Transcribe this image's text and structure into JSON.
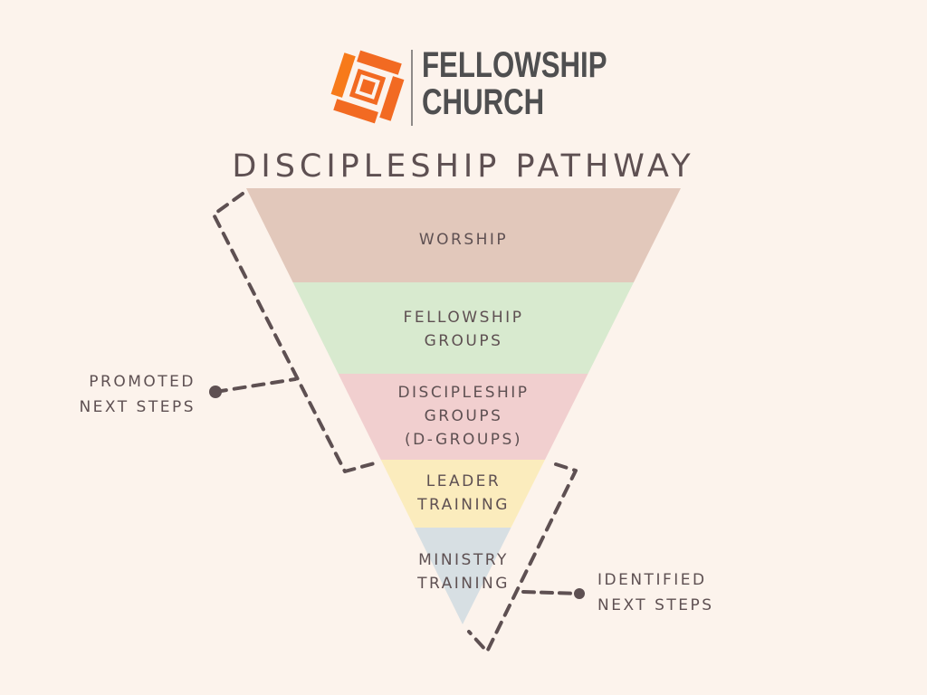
{
  "logo": {
    "icon": "fellowship-church-logo-icon",
    "line1": "FELLOWSHIP",
    "line2": "CHURCH",
    "brand_color": "#f26a22",
    "text_color": "#4f4f50"
  },
  "title": "DISCIPLESHIP PATHWAY",
  "funnel": {
    "tiers": [
      {
        "label_lines": [
          "WORSHIP"
        ],
        "color": "#e2c8bb"
      },
      {
        "label_lines": [
          "FELLOWSHIP",
          "GROUPS"
        ],
        "color": "#d8eacf"
      },
      {
        "label_lines": [
          "DISCIPLESHIP",
          "GROUPS",
          "(D-GROUPS)"
        ],
        "color": "#f1cfcf"
      },
      {
        "label_lines": [
          "LEADER",
          "TRAINING"
        ],
        "color": "#fbecbd"
      },
      {
        "label_lines": [
          "MINISTRY",
          "TRAINING"
        ],
        "color": "#d7dfe3"
      }
    ]
  },
  "callouts": {
    "promoted": {
      "line1": "PROMOTED",
      "line2": "NEXT STEPS",
      "spans_tiers": [
        "WORSHIP",
        "FELLOWSHIP GROUPS",
        "DISCIPLESHIP GROUPS (D-GROUPS)"
      ]
    },
    "identified": {
      "line1": "IDENTIFIED",
      "line2": "NEXT STEPS",
      "spans_tiers": [
        "LEADER TRAINING",
        "MINISTRY TRAINING"
      ]
    }
  },
  "colors": {
    "background": "#fcf3ec",
    "ink": "#5e5052"
  }
}
